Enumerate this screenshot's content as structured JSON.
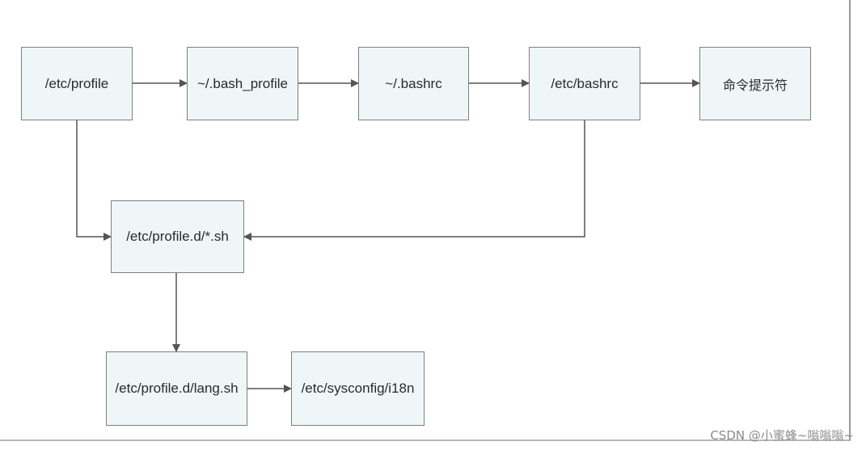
{
  "diagram": {
    "nodes": {
      "etc_profile": "/etc/profile",
      "bash_profile": "~/.bash_profile",
      "bashrc_home": "~/.bashrc",
      "etc_bashrc": "/etc/bashrc",
      "prompt": "命令提示符",
      "profile_d": "/etc/profile.d/*.sh",
      "lang_sh": "/etc/profile.d/lang.sh",
      "i18n": "/etc/sysconfig/i18n"
    }
  },
  "colors": {
    "node_fill": "#eef6f8",
    "node_border": "#7f7f7f",
    "arrow": "#555555"
  },
  "watermark": "CSDN @小蜜蜂~嗡嗡嗡~"
}
